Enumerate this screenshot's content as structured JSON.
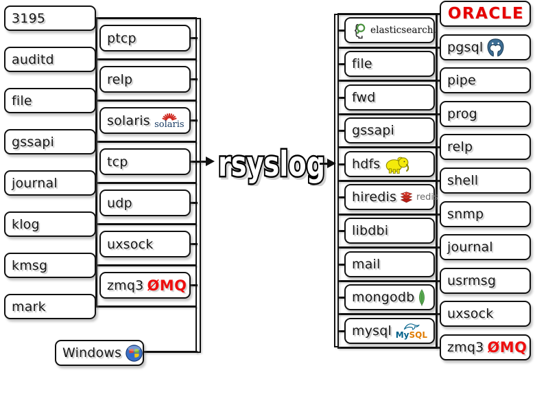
{
  "center": {
    "label": "rsyslog"
  },
  "inputs": {
    "primary": [
      {
        "label": "3195"
      },
      {
        "label": "auditd"
      },
      {
        "label": "file"
      },
      {
        "label": "gssapi"
      },
      {
        "label": "journal"
      },
      {
        "label": "klog"
      },
      {
        "label": "kmsg"
      },
      {
        "label": "mark"
      }
    ],
    "windows": {
      "label": "Windows",
      "logo": "windows-orb-logo"
    },
    "secondary": [
      {
        "label": "ptcp"
      },
      {
        "label": "relp"
      },
      {
        "label": "solaris",
        "logo": "solaris-logo",
        "logo_text": "solaris"
      },
      {
        "label": "tcp"
      },
      {
        "label": "udp"
      },
      {
        "label": "uxsock"
      },
      {
        "label": "zmq3",
        "logo": "zeromq-logo",
        "logo_text": "ØMQ"
      }
    ]
  },
  "outputs": {
    "modules": [
      {
        "label": "elasticsearch.",
        "logo": "elasticsearch-logo",
        "logo_first": true
      },
      {
        "label": "file"
      },
      {
        "label": "fwd"
      },
      {
        "label": "gssapi"
      },
      {
        "label": "hdfs",
        "logo": "hadoop-elephant-logo"
      },
      {
        "label": "hiredis",
        "logo": "redis-logo",
        "logo_text": "redis"
      },
      {
        "label": "libdbi"
      },
      {
        "label": "mail"
      },
      {
        "label": "mongodb",
        "logo": "mongodb-leaf-logo"
      },
      {
        "label": "mysql",
        "logo": "mysql-logo",
        "logo_text_my": "My",
        "logo_text_sql": "SQL"
      }
    ],
    "targets": [
      {
        "label": "ORACLE",
        "wordmark": "oracle"
      },
      {
        "label": "pgsql",
        "logo": "postgresql-elephant-logo"
      },
      {
        "label": "pipe"
      },
      {
        "label": "prog"
      },
      {
        "label": "relp"
      },
      {
        "label": "shell"
      },
      {
        "label": "snmp"
      },
      {
        "label": "journal"
      },
      {
        "label": "usrmsg"
      },
      {
        "label": "uxsock"
      },
      {
        "label": "zmq3",
        "logo": "zeromq-logo",
        "logo_text": "ØMQ"
      }
    ]
  },
  "colors": {
    "line": "#101010",
    "box_border": "#101010",
    "box_bg": "#ffffff",
    "label": "#161616",
    "zeromq_red": "#ee0f0f",
    "oracle_red": "#e60000",
    "elasticsearch_green": "#49913d",
    "solaris_navy": "#173a63",
    "solaris_ray_red": "#cf2921",
    "redis_red": "#cc2d22",
    "redis_text_gray": "#6a6a6a",
    "hadoop_yellow": "#f4ea0a",
    "mongodb_green": "#58aa50",
    "mysql_blue": "#00618a",
    "mysql_orange": "#e07c00",
    "postgres_blue": "#3d6e95"
  }
}
